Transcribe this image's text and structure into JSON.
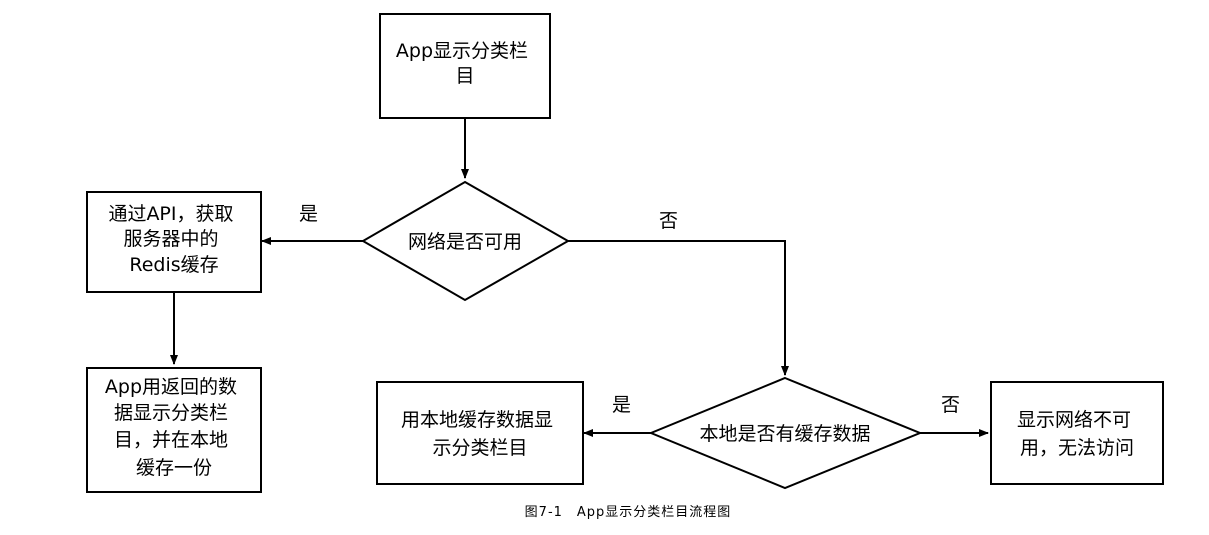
{
  "nodes": {
    "start": {
      "lines": [
        "App显示分类栏",
        "目"
      ]
    },
    "network_check": {
      "lines": [
        "网络是否可用"
      ]
    },
    "fetch_api": {
      "lines": [
        "通过API，获取",
        "服务器中的",
        "Redis缓存"
      ]
    },
    "display_and_cache": {
      "lines": [
        "App用返回的数",
        "据显示分类栏",
        "目，并在本地",
        "缓存一份"
      ]
    },
    "local_cache_check": {
      "lines": [
        "本地是否有缓存数据"
      ]
    },
    "use_local_cache": {
      "lines": [
        "用本地缓存数据显",
        "示分类栏目"
      ]
    },
    "network_unavailable": {
      "lines": [
        "显示网络不可",
        "用，无法访问"
      ]
    }
  },
  "edges": {
    "network_yes": "是",
    "network_no": "否",
    "cache_yes": "是",
    "cache_no": "否"
  },
  "caption": "图7-1　App显示分类栏目流程图"
}
